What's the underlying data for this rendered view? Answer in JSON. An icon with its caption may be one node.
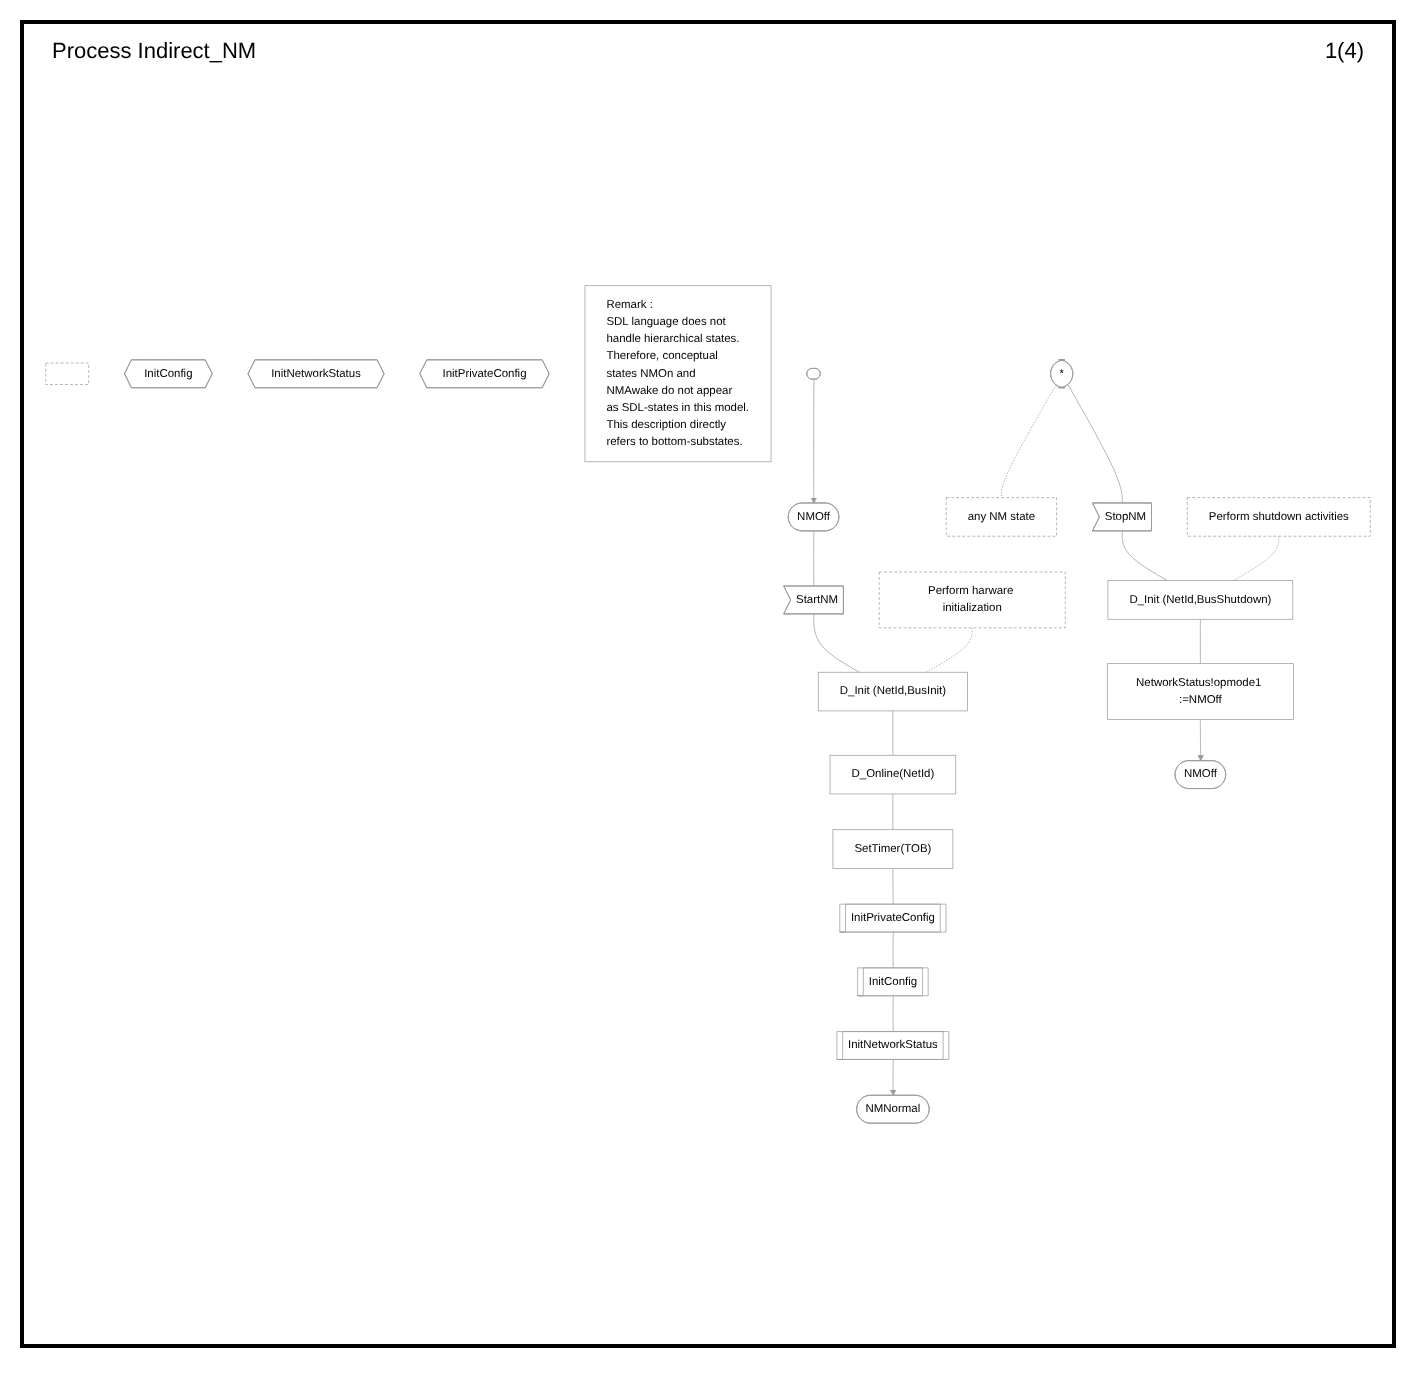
{
  "diagram": {
    "title": "Process Indirect_NM",
    "nodes": [
      {
        "text": [],
        "shape": "box"
      },
      {
        "text": [
          "InitConfig"
        ]
      },
      {
        "text": [
          "InitNetworkStatus"
        ]
      },
      {
        "text": [
          "InitPrivateConfig"
        ]
      },
      {
        "text": [],
        "shape": "oval"
      },
      {
        "text": [
          "NMOff"
        ]
      },
      {
        "text": [
          "StartNM"
        ]
      },
      {
        "text": [
          "Perform harware initialization"
        ]
      },
      {
        "text": [
          "D_Init (NetId,BusInit)"
        ]
      },
      {
        "text": [
          "D_Online(NetId)"
        ]
      },
      {
        "text": [
          "SetTimer(TOB)"
        ]
      },
      {
        "text": [
          "InitPrivateConfig"
        ]
      },
      {
        "text": [
          "InitConfig"
        ]
      },
      {
        "text": [
          "InitNetworkStatus"
        ]
      },
      {
        "text": [
          "NMNormal"
        ]
      },
      {
        "text": [
          "*"
        ]
      },
      {
        "text": [
          "any NM state"
        ]
      },
      {
        "text": [
          "StopNM"
        ]
      },
      {
        "text": [
          "Perform shutdown activities"
        ]
      },
      {
        "text": [
          "D_Init (NetId,BusShutdown)"
        ]
      },
      {
        "text": [
          "NetworkStatus!opmode1 :=NMOff"
        ]
      },
      {
        "text": [
          "NMOff"
        ]
      },
      {
        "text": [
          "Remark :",
          "SDL language does not handle hierarchical states.",
          "Therefore, conceptual states NMOn and NMAwake do not appear as SDL-states in this model.",
          "This description directly refers to bottom-substates."
        ]
      }
    ],
    "edges": [
      {
        "from": 4,
        "to": 5,
        "arrow": "to"
      },
      {
        "from": 5,
        "to": 6,
        "arrow": "none"
      },
      {
        "from": 6,
        "to": 8,
        "arrow": "none"
      },
      {
        "from": 7,
        "to": 8,
        "arrow": "none",
        "style": "dashed"
      },
      {
        "from": 8,
        "to": 9,
        "arrow": "none"
      },
      {
        "from": 9,
        "to": 10,
        "arrow": "none"
      },
      {
        "from": 10,
        "to": 11,
        "arrow": "none"
      },
      {
        "from": 11,
        "to": 12,
        "arrow": "none"
      },
      {
        "from": 12,
        "to": 13,
        "arrow": "none"
      },
      {
        "from": 13,
        "to": 14,
        "arrow": "to"
      },
      {
        "from": 15,
        "to": 16,
        "arrow": "none",
        "style": "dashed"
      },
      {
        "from": 15,
        "to": 17,
        "arrow": "none"
      },
      {
        "from": 17,
        "to": 19,
        "arrow": "none"
      },
      {
        "from": 18,
        "to": 19,
        "arrow": "none",
        "style": "dashed"
      },
      {
        "from": 19,
        "to": 20,
        "arrow": "none"
      },
      {
        "from": 20,
        "to": 21,
        "arrow": "to"
      }
    ],
    "labels": [
      "1(4)"
    ]
  }
}
